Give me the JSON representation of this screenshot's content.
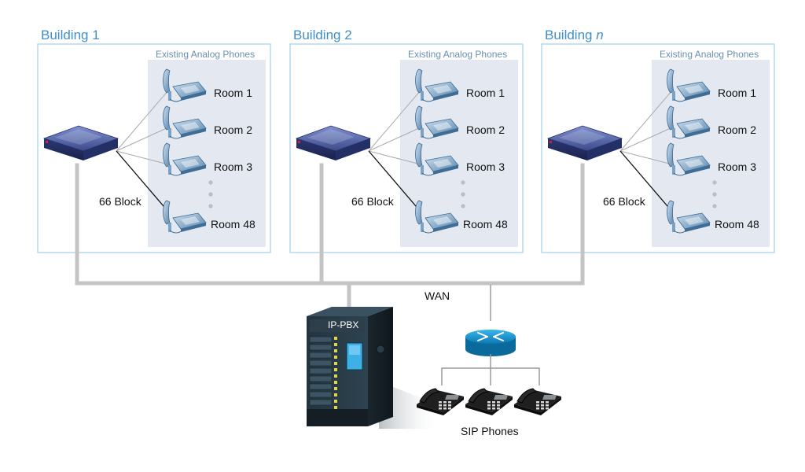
{
  "buildings": [
    {
      "title": "Building 1",
      "title_suffix": "",
      "phones_group_label": "Existing Analog Phones",
      "block_label": "66 Block",
      "rooms": [
        "Room 1",
        "Room 2",
        "Room 3",
        "Room 48"
      ]
    },
    {
      "title": "Building 2",
      "title_suffix": "",
      "phones_group_label": "Existing Analog Phones",
      "block_label": "66 Block",
      "rooms": [
        "Room 1",
        "Room 2",
        "Room 3",
        "Room 48"
      ]
    },
    {
      "title": "Building ",
      "title_suffix": "n",
      "phones_group_label": "Existing Analog Phones",
      "block_label": "66 Block",
      "rooms": [
        "Room 1",
        "Room 2",
        "Room 3",
        "Room 48"
      ]
    }
  ],
  "network": {
    "wan_label": "WAN",
    "pbx_label": "IP-PBX",
    "sip_label": "SIP Phones"
  },
  "colors": {
    "building_border": "#a9d3ea",
    "phones_panel": "#e4e9f1",
    "title_blue": "#3f8fc8",
    "wan_line": "#c4c4c4",
    "router": "#1a9ad6",
    "gateway": "#3a4a8a",
    "pbx_body": "#1b2a33"
  }
}
